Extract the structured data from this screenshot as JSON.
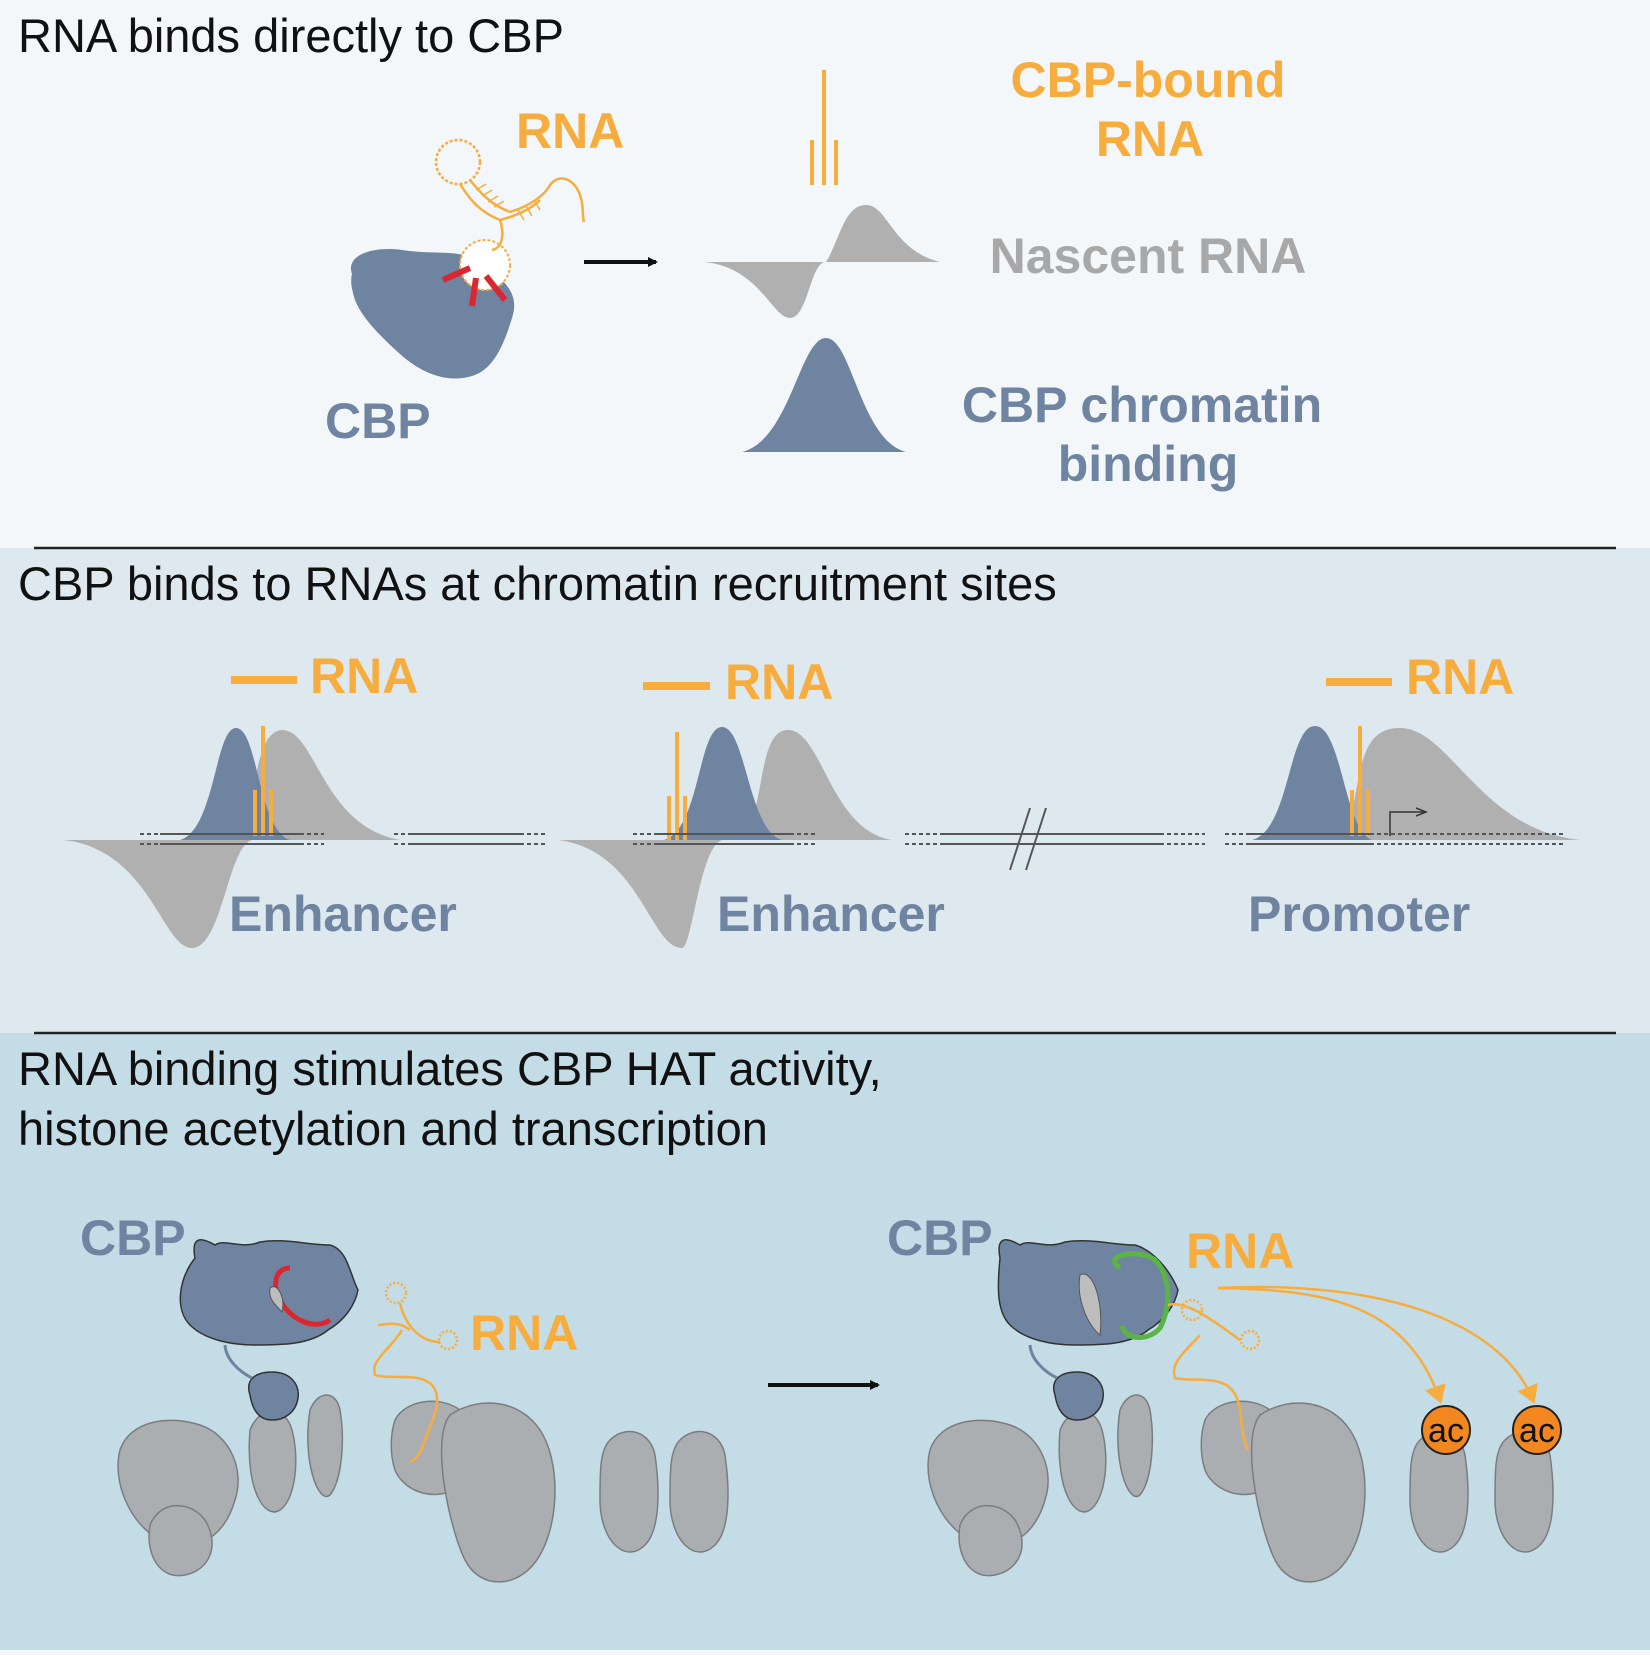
{
  "colors": {
    "orange": "#f7ac3e",
    "slate_blue": "#6e84a0",
    "gray": "#b0b0b0",
    "red": "#d9262f",
    "green": "#5ab546",
    "panel1_bg": "#f3f7fa",
    "panel2_bg": "#dde9ef",
    "panel3_bg": "#c4dce6",
    "ac_fill": "#f2861f"
  },
  "panel1": {
    "heading": "RNA binds directly to CBP",
    "rna_label": "RNA",
    "cbp_label": "CBP",
    "legend": {
      "cbp_bound_line1": "CBP-bound",
      "cbp_bound_line2": "RNA",
      "nascent": "Nascent RNA",
      "chromatin_line1": "CBP chromatin",
      "chromatin_line2": "binding"
    }
  },
  "panel2": {
    "heading": "CBP binds to RNAs at chromatin recruitment sites",
    "sites": [
      {
        "rna_label": "RNA",
        "site_label": "Enhancer"
      },
      {
        "rna_label": "RNA",
        "site_label": "Enhancer"
      },
      {
        "rna_label": "RNA",
        "site_label": "Promoter"
      }
    ]
  },
  "panel3": {
    "heading_line1": "RNA binding stimulates CBP HAT activity,",
    "heading_line2": "histone acetylation and transcription",
    "left": {
      "cbp_label": "CBP",
      "rna_label": "RNA"
    },
    "right": {
      "cbp_label": "CBP",
      "rna_label": "RNA",
      "ac_labels": [
        "ac",
        "ac"
      ]
    }
  }
}
